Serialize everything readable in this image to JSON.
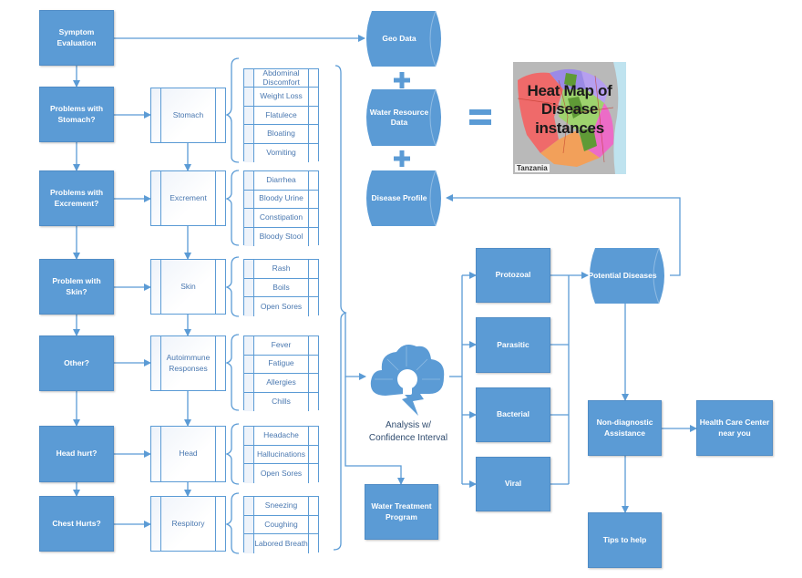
{
  "diagram": {
    "start": {
      "label": "Symptom Evaluation"
    },
    "questions": [
      {
        "label": "Problems with Stomach?"
      },
      {
        "label": "Problems with Excrement?"
      },
      {
        "label": "Problem with Skin?"
      },
      {
        "label": "Other?"
      },
      {
        "label": "Head hurt?"
      },
      {
        "label": "Chest Hurts?"
      }
    ],
    "categories": [
      {
        "label": "Stomach",
        "symptoms": [
          "Abdominal Discomfort",
          "Weight Loss",
          "Flatulece",
          "Bloating",
          "Vomiting"
        ]
      },
      {
        "label": "Excrement",
        "symptoms": [
          "Diarrhea",
          "Bloody Urine",
          "Constipation",
          "Bloody Stool"
        ]
      },
      {
        "label": "Skin",
        "symptoms": [
          "Rash",
          "Boils",
          "Open Sores"
        ]
      },
      {
        "label": "Autoimmune Responses",
        "symptoms": [
          "Fever",
          "Fatigue",
          "Allergies",
          "Chills"
        ]
      },
      {
        "label": "Head",
        "symptoms": [
          "Headache",
          "Hallucinations",
          "Open Sores"
        ]
      },
      {
        "label": "Respitory",
        "symptoms": [
          "Sneezing",
          "Coughing",
          "Labored Breath"
        ]
      }
    ],
    "data_sources": [
      {
        "label": "Geo Data"
      },
      {
        "label": "Water Resource Data"
      },
      {
        "label": "Disease Profile"
      }
    ],
    "operators": {
      "plus": "+",
      "equals": "="
    },
    "heat_map": {
      "title": "Heat Map of Disease instances",
      "country": "Tanzania"
    },
    "analysis": {
      "label": "Analysis w/ Confidence Interval",
      "icon": "cloud-lightbulb-icon"
    },
    "water_treatment": {
      "label": "Water Treatment Program"
    },
    "pathogen_types": [
      {
        "label": "Protozoal"
      },
      {
        "label": "Parasitic"
      },
      {
        "label": "Bacterial"
      },
      {
        "label": "Viral"
      }
    ],
    "potential_diseases": {
      "label": "Potential Diseases"
    },
    "non_diagnostic": {
      "label": "Non-diagnostic Assistance"
    },
    "health_care": {
      "label": "Health Care Center near you"
    },
    "tips": {
      "label": "Tips to help"
    },
    "colors": {
      "primary": "#5b9bd5",
      "line": "#5b9bd5",
      "text_dark": "#2f4b6e",
      "process_text": "#4a78b0"
    }
  }
}
